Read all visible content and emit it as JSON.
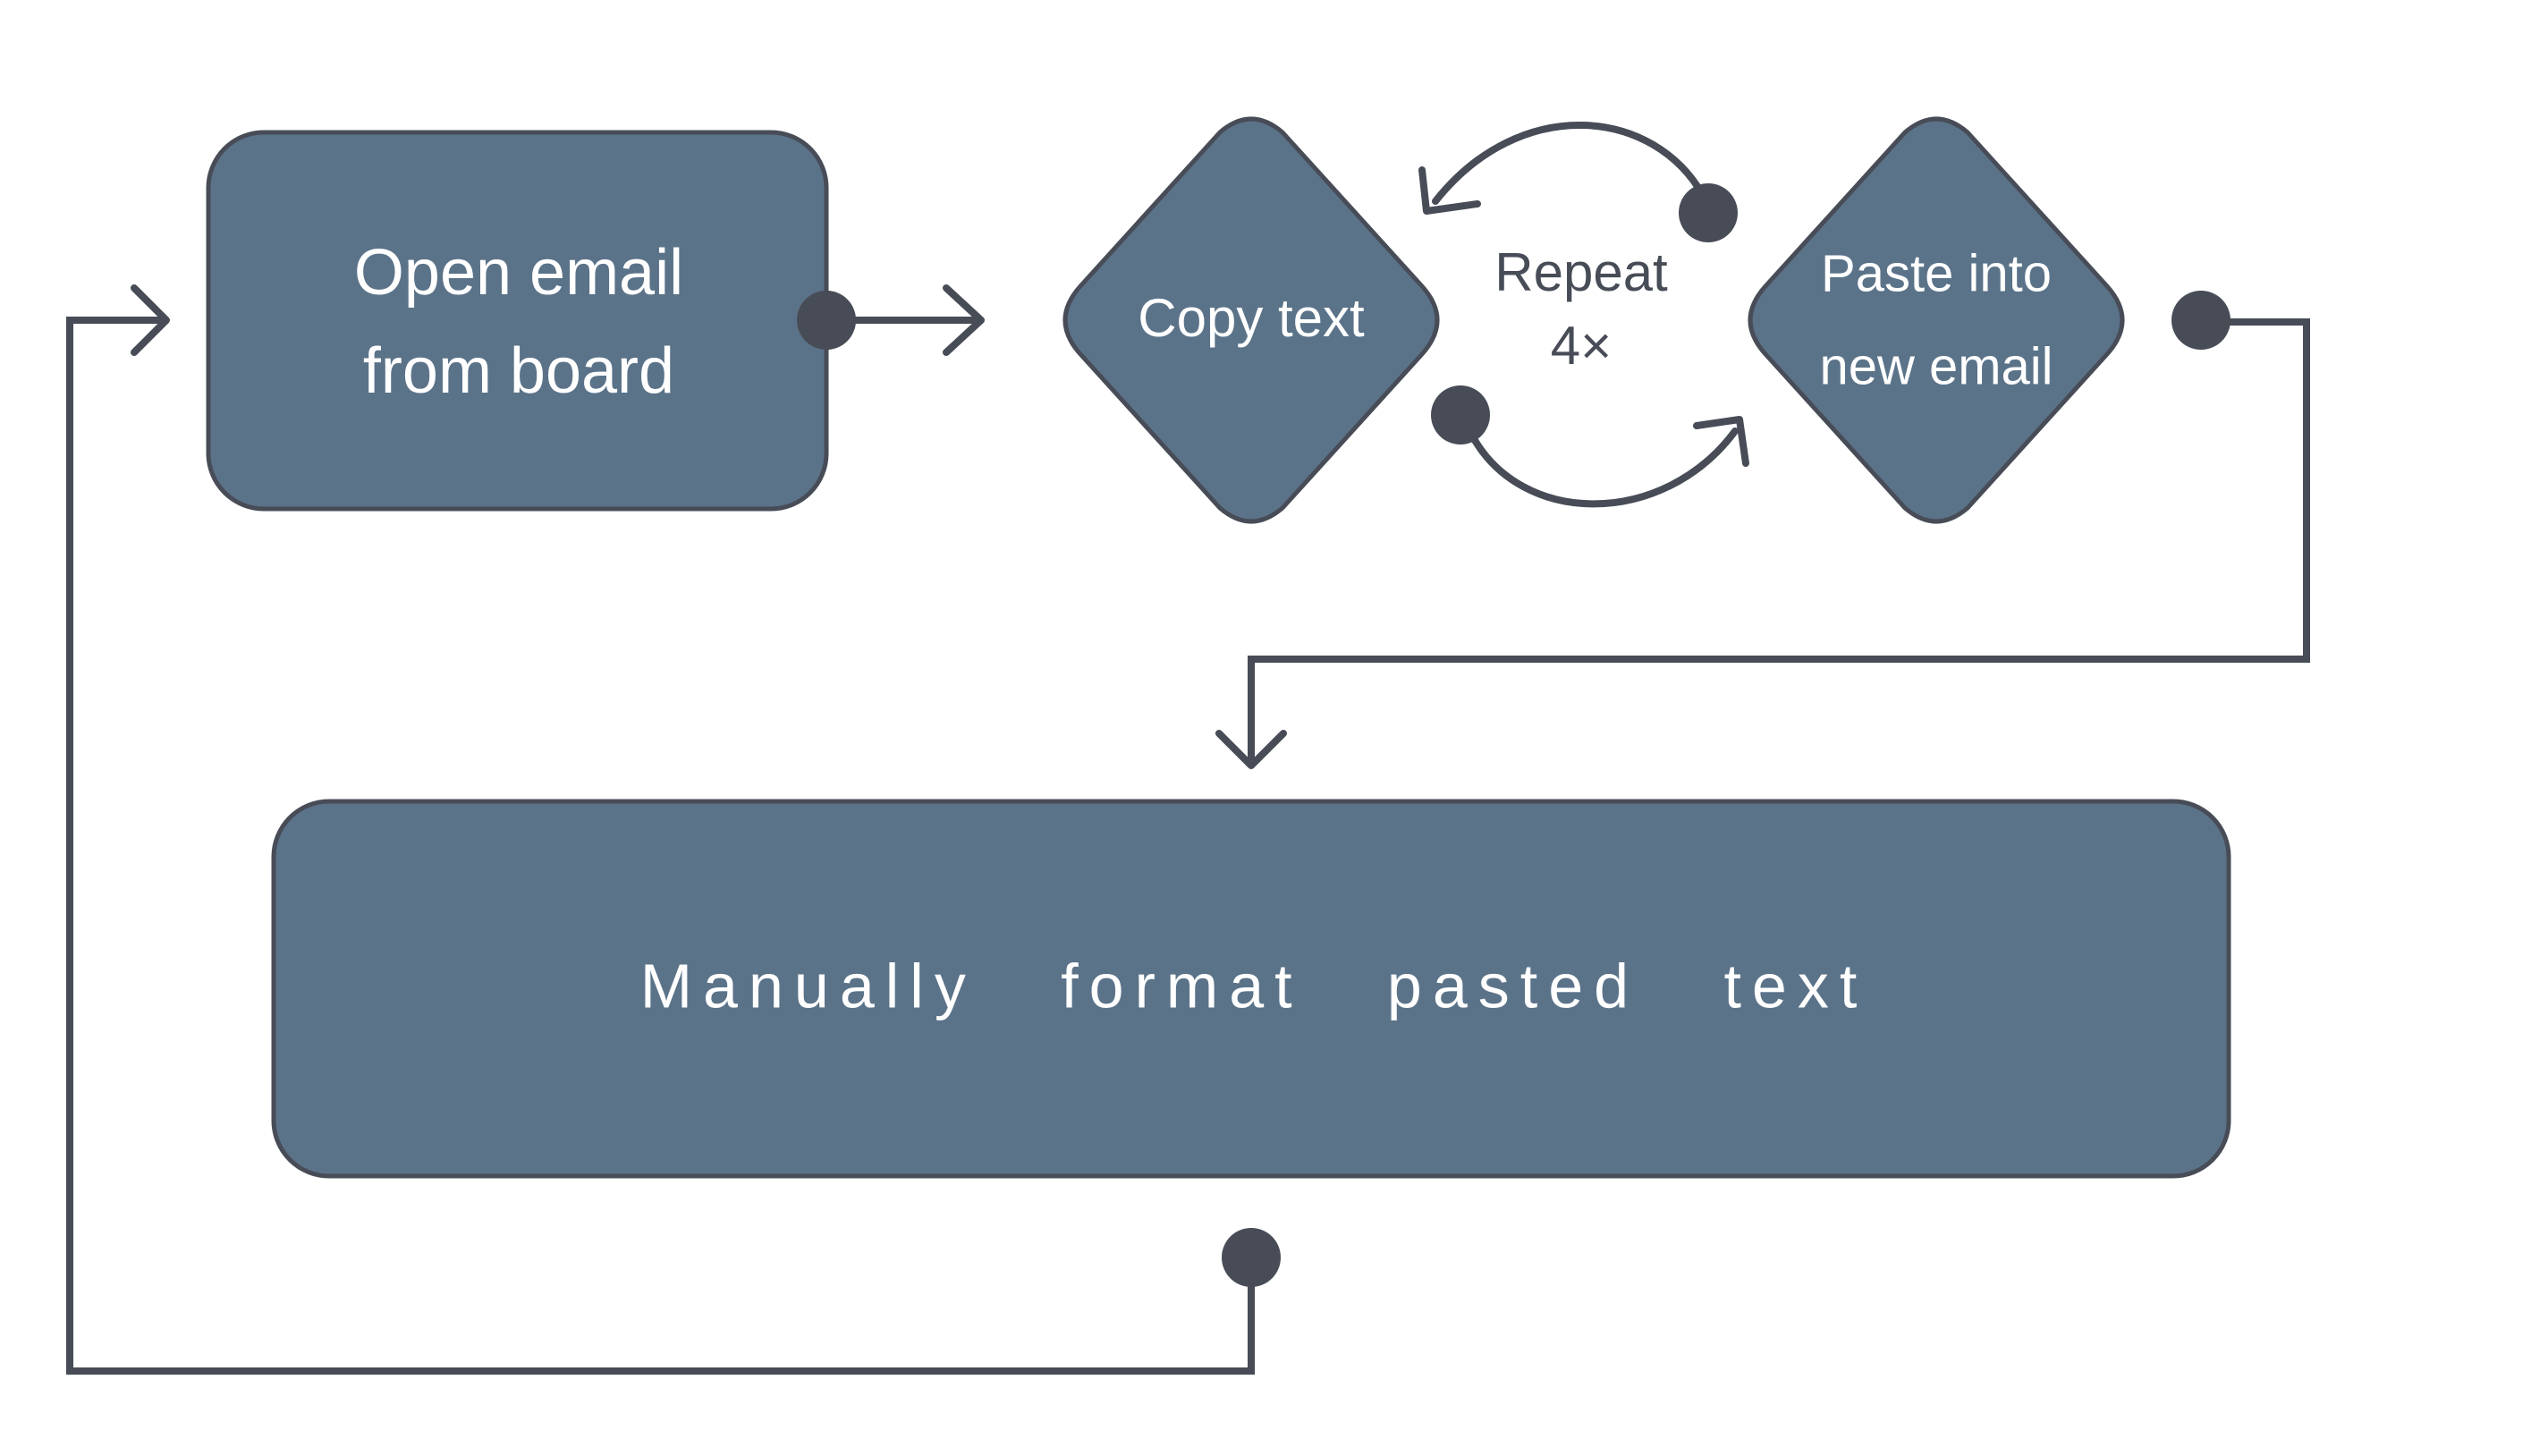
{
  "diagram": {
    "colors": {
      "node_fill": "#5b7389",
      "stroke": "#474c57",
      "text_on_node": "#ffffff",
      "background": "#ffffff"
    },
    "nodes": [
      {
        "id": "open-email",
        "shape": "rounded-rectangle",
        "lines": [
          "Open email",
          "from board"
        ]
      },
      {
        "id": "copy-text",
        "shape": "diamond",
        "lines": [
          "Copy text"
        ]
      },
      {
        "id": "paste-email",
        "shape": "diamond",
        "lines": [
          "Paste into",
          "new email"
        ]
      },
      {
        "id": "manual-format",
        "shape": "rounded-rectangle",
        "lines": [
          "Manually   format   pasted   text"
        ]
      }
    ],
    "loop_label": {
      "lines": [
        "Repeat",
        "4×"
      ]
    },
    "edges": [
      {
        "from": "open-email",
        "to": "copy-text"
      },
      {
        "from": "copy-text",
        "to": "paste-email",
        "note": "loop"
      },
      {
        "from": "paste-email",
        "to": "copy-text",
        "note": "loop"
      },
      {
        "from": "paste-email",
        "to": "manual-format"
      },
      {
        "from": "manual-format",
        "to": "open-email"
      }
    ]
  }
}
